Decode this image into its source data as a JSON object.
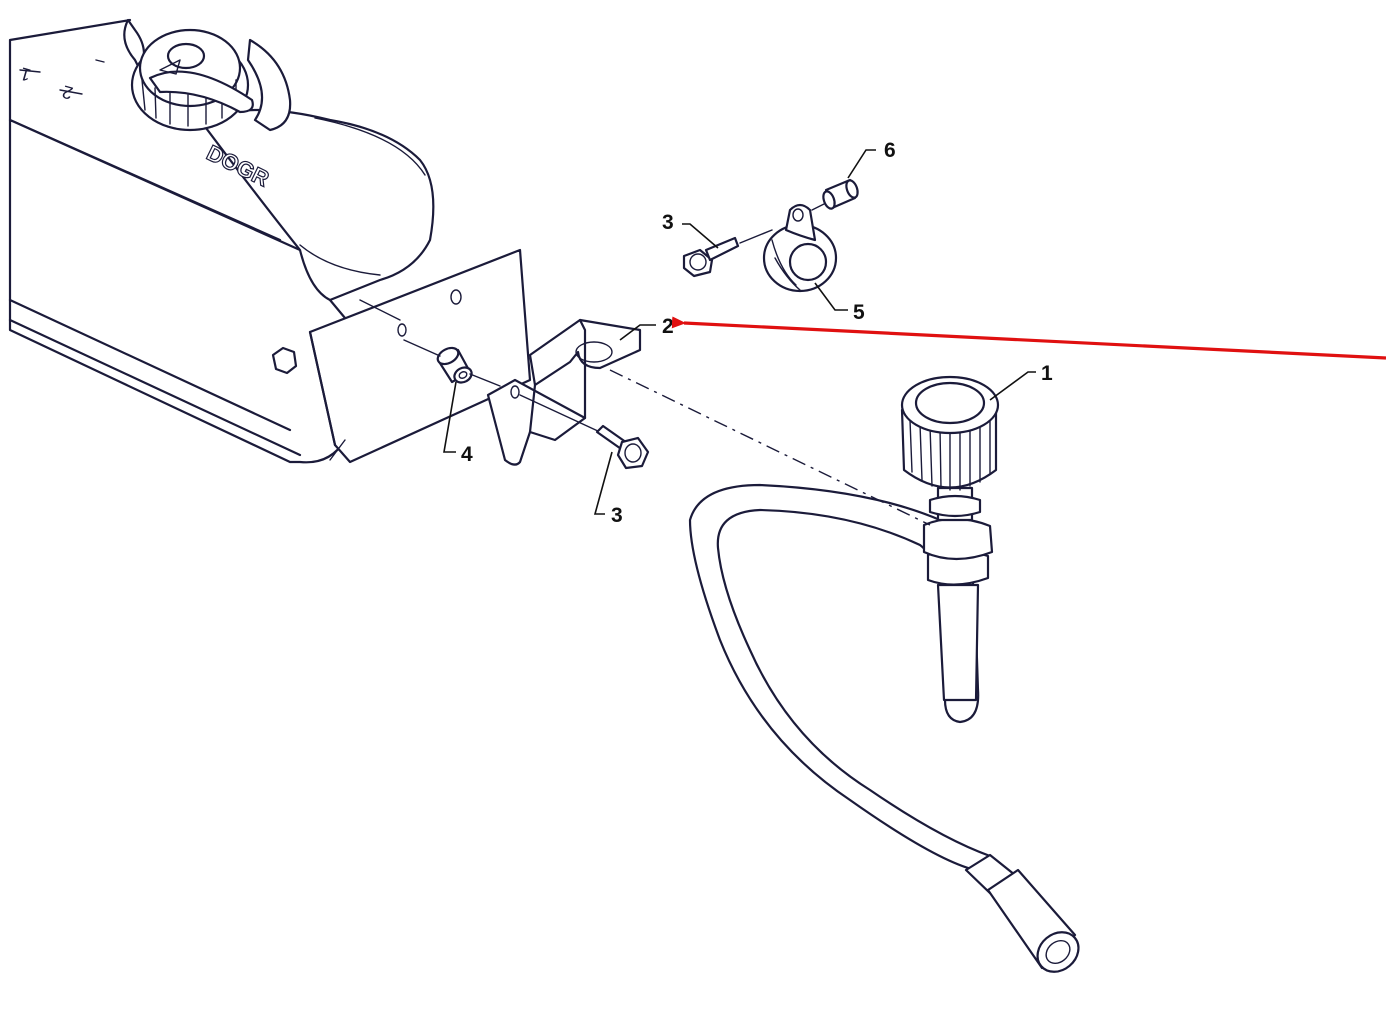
{
  "callouts": {
    "c1": "1",
    "c2": "2",
    "c3_top": "3",
    "c3_bottom": "3",
    "c4": "4",
    "c5": "5",
    "c6": "6"
  },
  "tank": {
    "brand_text": "DOGR",
    "cap_scale_1": "1",
    "cap_scale_2": "2"
  },
  "colors": {
    "line": "#1b1b3a",
    "highlight_arrow": "#e01010"
  }
}
